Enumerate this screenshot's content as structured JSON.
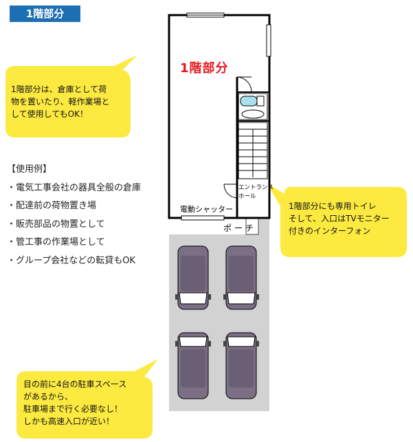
{
  "badge": "1階部分",
  "plan": {
    "title": "1階部分",
    "entrance_label_1": "エントランス",
    "entrance_label_2": "ホール",
    "shutter_label": "電動シャッター",
    "porch_label": "ポーチ"
  },
  "callouts": {
    "top_left": [
      "1階部分は、倉庫として荷",
      "物を置いたり、軽作業場と",
      "して使用してもOK！"
    ],
    "right": [
      "1階部分にも専用トイレ",
      "そして、入口はTVモニター",
      "付きのインターフォン"
    ],
    "bottom": [
      "目の前に4台の駐車スペース",
      "があるから、",
      "駐車場まで行く必要なし！",
      "しかも高速入口が近い！"
    ]
  },
  "usage": {
    "heading": "【使用例】",
    "items": [
      "・電気工事会社の器具全般の倉庫",
      "・配達前の荷物置き場",
      "・販売部品の物置として",
      "・管工事の作業場として",
      "・グループ会社などの転貸もOK"
    ]
  },
  "colors": {
    "badge": "#1d6fb3",
    "bubble": "#fcea41",
    "title_red": "#e8161e",
    "car_body": "#7a6f85",
    "parking_ground": "#d2d2d2",
    "stair_blue": "#a8e0ef"
  }
}
